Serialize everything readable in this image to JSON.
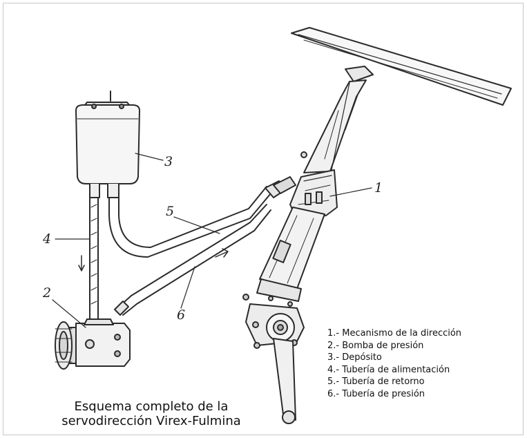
{
  "callouts": {
    "c1": "1",
    "c2": "2",
    "c3": "3",
    "c4": "4",
    "c5": "5",
    "c6": "6"
  },
  "legend": {
    "items": [
      "1.- Mecanismo de la dirección",
      "2.- Bomba de presión",
      "3.- Depósito",
      "4.- Tubería de alimentación",
      "5.- Tubería de retorno",
      "6.- Tubería de presión"
    ]
  },
  "caption": {
    "line1": "Esquema completo de la",
    "line2": "servodirección Virex-Fulmina"
  }
}
